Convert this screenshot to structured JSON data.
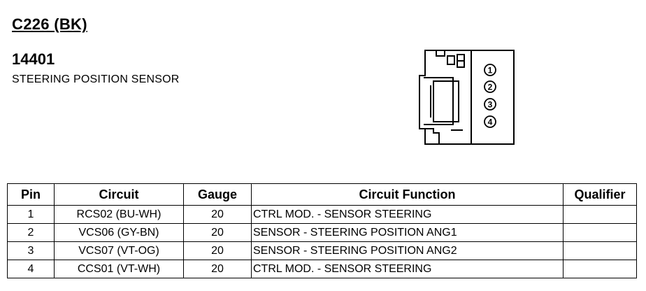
{
  "connector": {
    "id": "C226 (BK)",
    "part_number": "14401",
    "description": "STEERING POSITION SENSOR",
    "pin_labels": [
      "1",
      "2",
      "3",
      "4"
    ]
  },
  "table": {
    "headers": [
      "Pin",
      "Circuit",
      "Gauge",
      "Circuit Function",
      "Qualifier"
    ],
    "rows": [
      {
        "pin": "1",
        "circuit": "RCS02 (BU-WH)",
        "gauge": "20",
        "function": "CTRL MOD. - SENSOR STEERING",
        "qualifier": ""
      },
      {
        "pin": "2",
        "circuit": "VCS06 (GY-BN)",
        "gauge": "20",
        "function": "SENSOR - STEERING POSITION ANG1",
        "qualifier": ""
      },
      {
        "pin": "3",
        "circuit": "VCS07 (VT-OG)",
        "gauge": "20",
        "function": "SENSOR - STEERING POSITION ANG2",
        "qualifier": ""
      },
      {
        "pin": "4",
        "circuit": "CCS01 (VT-WH)",
        "gauge": "20",
        "function": "CTRL MOD. - SENSOR STEERING",
        "qualifier": ""
      }
    ]
  }
}
